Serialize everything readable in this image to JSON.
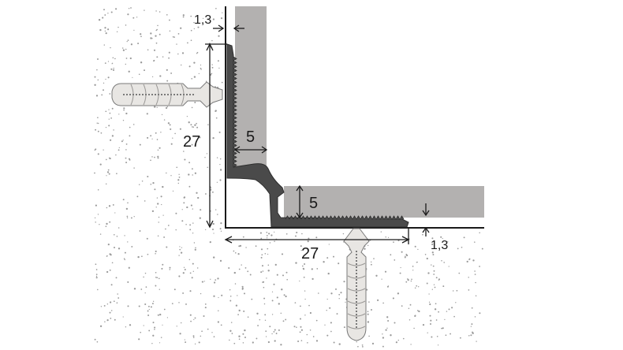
{
  "dimensions": {
    "vertical_height": "27",
    "horizontal_length": "27",
    "top_thickness": "1,3",
    "bottom_thickness": "1,3",
    "wall_tile_gap": "5",
    "floor_tile_gap": "5"
  },
  "colors": {
    "tile": "#b3b1b0",
    "profile": "#4a4a4a",
    "dowel": "#e8e6e3",
    "dowel_stroke": "#7a7a7a",
    "line": "#1a1a1a",
    "concrete_dots": "#9a9a9a"
  }
}
